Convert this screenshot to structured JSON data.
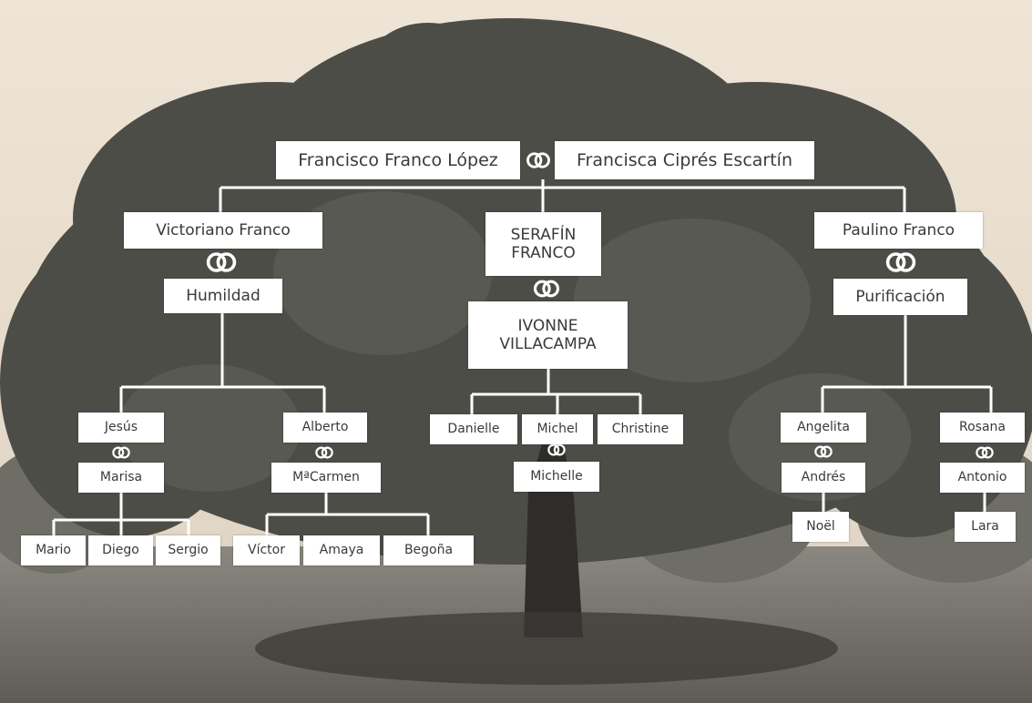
{
  "colors": {
    "sky": "#e8dccb",
    "foliage": "#4f4f4a",
    "ground": "#7d7b74",
    "box_fill": "#ffffff",
    "box_text": "#3a3a3a",
    "connector": "#ffffff"
  },
  "icons": {
    "marriage": "interlocking-rings-icon"
  },
  "tree": {
    "founders": {
      "husband": "Francisco Franco López",
      "wife": "Francisca Ciprés Escartín"
    },
    "branches": [
      {
        "child": "Victoriano Franco",
        "spouse": "Humildad",
        "children": [
          {
            "name": "Jesús",
            "spouse": "Marisa",
            "children": [
              "Mario",
              "Diego",
              "Sergio"
            ]
          },
          {
            "name": "Alberto",
            "spouse": "MªCarmen",
            "children": [
              "Víctor",
              "Amaya",
              "Begoña"
            ]
          }
        ]
      },
      {
        "child": "SERAFÍN\nFRANCO",
        "spouse": "IVONNE\nVILLACAMPA",
        "children": [
          {
            "name": "Danielle"
          },
          {
            "name": "Michel",
            "spouse": "Michelle"
          },
          {
            "name": "Christine"
          }
        ]
      },
      {
        "child": "Paulino Franco",
        "spouse": "Purificación",
        "children": [
          {
            "name": "Angelita",
            "spouse": "Andrés",
            "children": [
              "Noël"
            ]
          },
          {
            "name": "Rosana",
            "spouse": "Antonio",
            "children": [
              "Lara"
            ]
          }
        ]
      }
    ]
  }
}
